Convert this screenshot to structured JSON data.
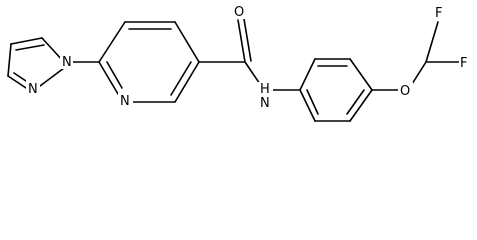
{
  "atoms": {
    "n_pyrazole_1": "N",
    "n_pyrazole_2": "N",
    "n_pyridine": "N",
    "o_carbonyl": "O",
    "n_amide_h": "H",
    "n_amide": "N",
    "o_ether": "O",
    "f_top": "F",
    "f_right": "F"
  }
}
